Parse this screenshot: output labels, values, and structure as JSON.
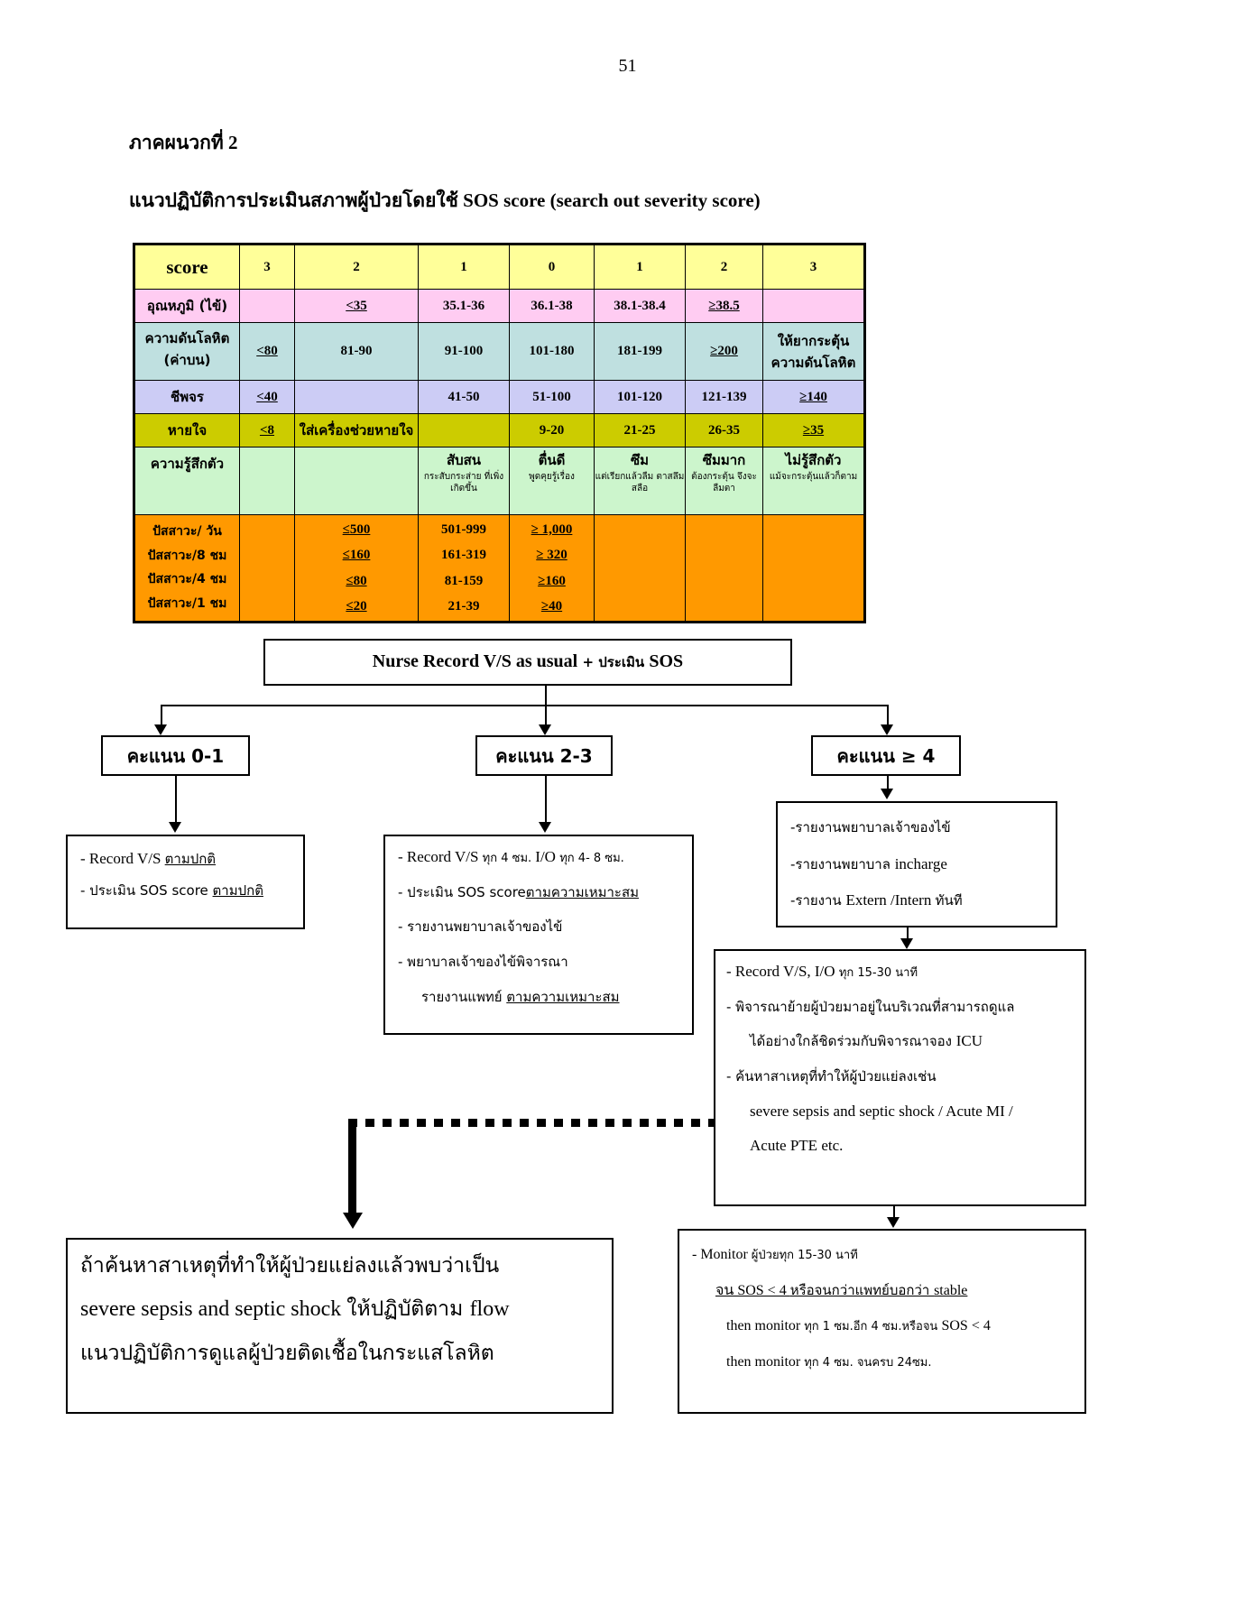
{
  "page": {
    "number": "51",
    "annex_label": "ภาคผนวกที่ 2",
    "title": "แนวปฏิบัติการประเมินสภาพผู้ป่วยโดยใช้ SOS score (search out severity score)"
  },
  "table": {
    "headers": [
      "score",
      "3",
      "2",
      "1",
      "0",
      "1",
      "2",
      "3"
    ],
    "rows": [
      {
        "label": "อุณหภูมิ (ไข้)",
        "color": "#ffccf2",
        "cells": [
          "",
          "<35",
          "35.1-36",
          "36.1-38",
          "38.1-38.4",
          "≥38.5",
          ""
        ]
      },
      {
        "label": "ความดันโลหิต",
        "label2": "(ค่าบน)",
        "color": "#bfe0e0",
        "cells": [
          "<80",
          "81-90",
          "91-100",
          "101-180",
          "181-199",
          "≥200",
          "ให้ยากระตุ้น ความดันโลหิต"
        ]
      },
      {
        "label": "ชีพจร",
        "color": "#ccccf5",
        "cells": [
          "<40",
          "",
          "41-50",
          "51-100",
          "101-120",
          "121-139",
          "≥140"
        ]
      },
      {
        "label": "หายใจ",
        "color": "#cccc00",
        "cells": [
          "<8",
          "ใส่เครื่องช่วยหายใจ",
          "",
          "9-20",
          "21-25",
          "26-35",
          "≥35"
        ]
      },
      {
        "label": "ความรู้สึกตัว",
        "color": "#ccf5cc",
        "cells_main": [
          "",
          "",
          "สับสน",
          "ตื่นดี",
          "ซึม",
          "ซึมมาก",
          "ไม่รู้สึกตัว"
        ],
        "cells_sub": [
          "",
          "",
          "กระสับกระส่าย ที่เพิ่งเกิดขึ้น",
          "พูดคุยรู้เรื่อง",
          "แต่เรียกแล้วลืม ตาสลึมสลือ",
          "ต้องกระตุ้น จึงจะลืมตา",
          "แม้จะกระตุ้นแล้วก็ตาม"
        ]
      }
    ],
    "urine": {
      "color": "#ff9900",
      "labels": [
        "ปัสสาวะ/ วัน",
        "ปัสสาวะ/8 ชม",
        "ปัสสาวะ/4 ชม",
        "ปัสสาวะ/1 ชม"
      ],
      "col_score2": [
        "≤500",
        "≤160",
        "≤80",
        "≤20"
      ],
      "col_score1": [
        "501-999",
        "161-319",
        "81-159",
        "21-39"
      ],
      "col_score0": [
        "≥ 1,000",
        "≥ 320",
        "≥160",
        "≥40"
      ]
    }
  },
  "flow": {
    "nurse_box": {
      "part1": "Nurse Record V/S as usual",
      "part2": " + ประเมิน ",
      "part3": "SOS"
    },
    "score_boxes": {
      "low": "คะแนน 0-1",
      "mid": "คะแนน 2-3",
      "high": "คะแนน ≥ 4"
    },
    "left_box": {
      "lines": [
        "- Record V/S ตามปกติ",
        "- ประเมิน SOS score ตามปกติ"
      ],
      "line1_plain": "- Record V/S ",
      "line1_thai_underline": "ตามปกติ",
      "line2_plain": "- ประเมิน SOS score ",
      "line2_thai_underline": "ตามปกติ"
    },
    "mid_box": {
      "l1_a": "- Record V/S ",
      "l1_b": "ทุก 4 ซม. ",
      "l1_c": "I/O ",
      "l1_d": "ทุก 4- 8 ซม.",
      "l2_a": "- ประเมิน SOS score",
      "l2_b": "ตามความเหมาะสม",
      "l3": "- รายงานพยาบาลเจ้าของไข้",
      "l4": "- พยาบาลเจ้าของไข้พิจารณา",
      "l5_a": "รายงานแพทย์ ",
      "l5_b": "ตามความเหมาะสม"
    },
    "right_top_box": {
      "l1": "-รายงานพยาบาลเจ้าของไข้",
      "l2_a": "-รายงานพยาบาล ",
      "l2_b": "incharge",
      "l3_a": "-รายงาน ",
      "l3_b": "Extern /Intern ",
      "l3_c": "ทันที"
    },
    "right_mid_box": {
      "l1_a": "- Record V/S, I/O ",
      "l1_b": "ทุก 15-30 นาที",
      "l2": "- พิจารณาย้ายผู้ป่วยมาอยู่ในบริเวณที่สามารถดูแล",
      "l3_a": "ได้อย่างใกล้ชิดร่วมกับพิจารณาจอง ",
      "l3_b": "ICU",
      "l4": "-  ค้นหาสาเหตุที่ทำให้ผู้ป่วยแย่ลงเช่น",
      "l5": "severe sepsis and septic shock  / Acute MI /",
      "l6": "Acute PTE  etc."
    },
    "right_bottom_box": {
      "l1_a": "- Monitor ",
      "l1_b": "ผู้ป่วยทุก 15-30 นาที",
      "l2_a": "จน SOS < 4 ",
      "l2_b": "หรือจนกว่าแพทย์บอกว่า ",
      "l2_c": "stable",
      "l3_a": "then  monitor ",
      "l3_b": "ทุก 1 ซม.อีก 4 ซม.หรือจน ",
      "l3_c": "SOS < 4",
      "l4_a": "then monitor ",
      "l4_b": "ทุก 4 ซม. จนครบ 24ซม."
    },
    "big_left_box": {
      "l1": "ถ้าค้นหาสาเหตุที่ทำให้ผู้ป่วยแย่ลงแล้วพบว่าเป็น",
      "l2_a": "severe sepsis and septic shock ",
      "l2_b": "ให้ปฏิบัติตาม ",
      "l2_c": "flow",
      "l3": "แนวปฏิบัติการดูแลผู้ป่วยติดเชื้อในกระแสโลหิต"
    }
  }
}
